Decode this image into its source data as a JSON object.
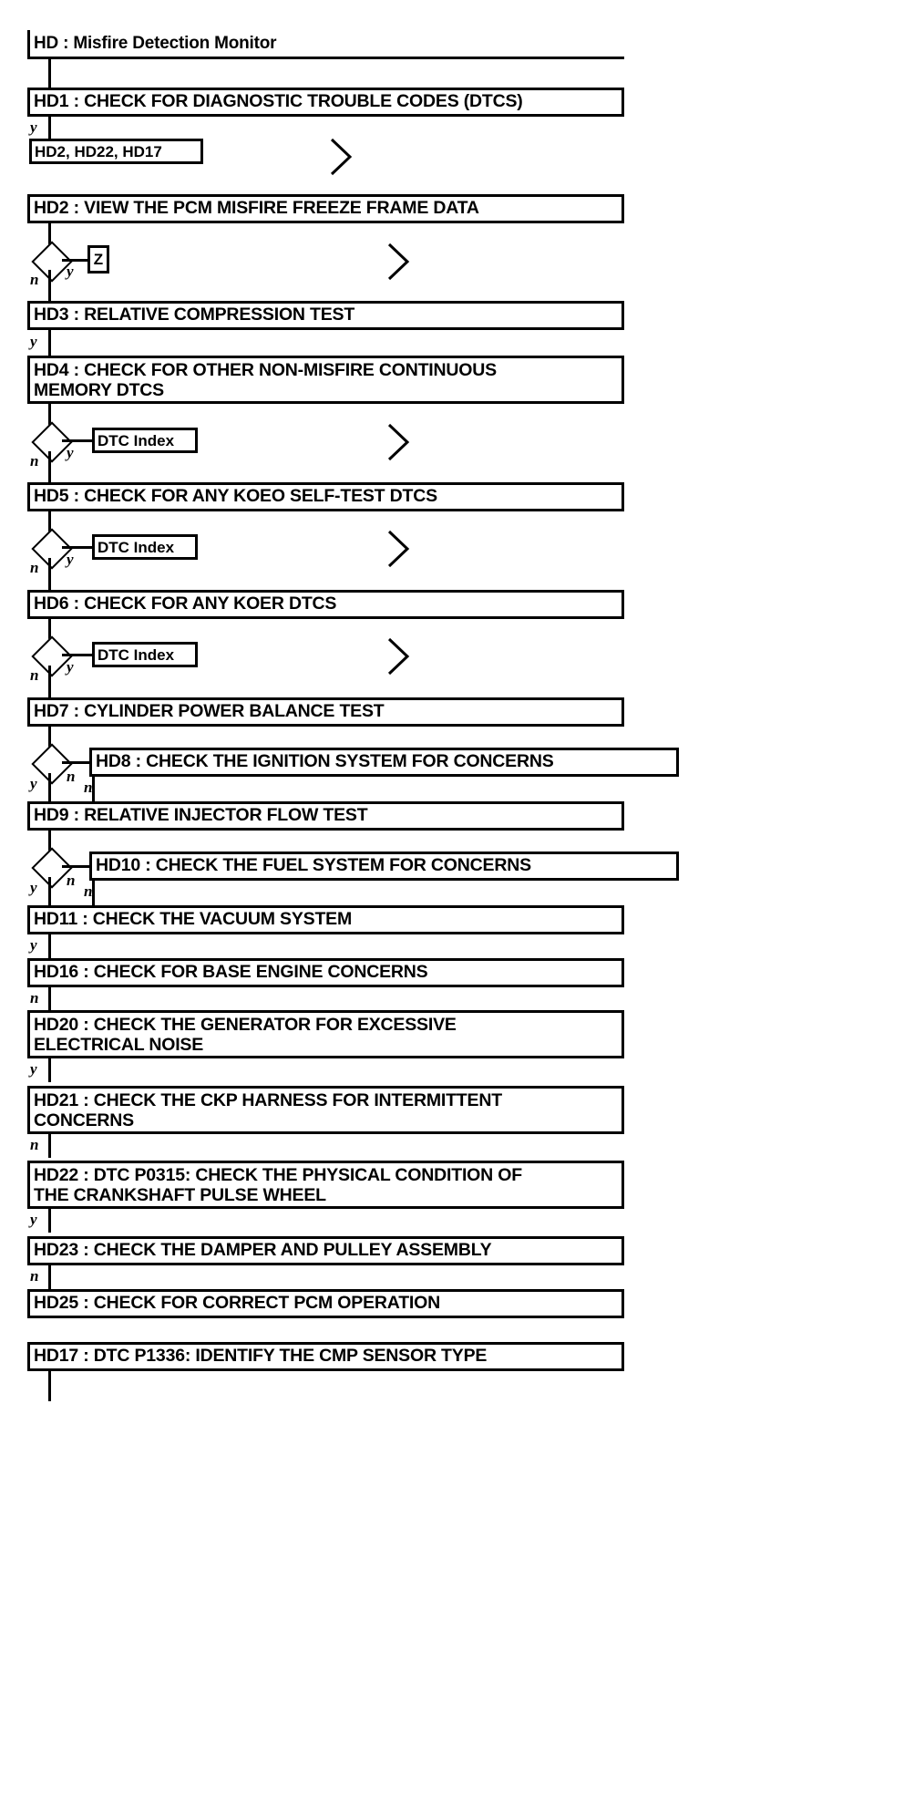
{
  "diagram": {
    "title": "HD : Misfire Detection Monitor",
    "type": "flowchart",
    "nodes": [
      {
        "id": "HD",
        "label": "HD : Misfire Detection Monitor"
      },
      {
        "id": "HD1",
        "label": "HD1 : CHECK FOR DIAGNOSTIC TROUBLE CODES (DTCS)"
      },
      {
        "id": "ref1",
        "label": "HD2, HD22, HD17"
      },
      {
        "id": "HD2",
        "label": "HD2 : VIEW THE PCM MISFIRE FREEZE FRAME DATA"
      },
      {
        "id": "refZ",
        "label": "Z"
      },
      {
        "id": "HD3",
        "label": "HD3 : RELATIVE COMPRESSION TEST"
      },
      {
        "id": "HD4",
        "label": "HD4 : CHECK FOR OTHER NON-MISFIRE CONTINUOUS MEMORY DTCS"
      },
      {
        "id": "dtc1",
        "label": "DTC Index"
      },
      {
        "id": "HD5",
        "label": "HD5 : CHECK FOR ANY KOEO SELF-TEST DTCS"
      },
      {
        "id": "dtc2",
        "label": "DTC Index"
      },
      {
        "id": "HD6",
        "label": "HD6 : CHECK FOR ANY KOER DTCS"
      },
      {
        "id": "dtc3",
        "label": "DTC Index"
      },
      {
        "id": "HD7",
        "label": "HD7 : CYLINDER POWER BALANCE TEST"
      },
      {
        "id": "HD8",
        "label": "HD8 : CHECK THE IGNITION SYSTEM FOR CONCERNS"
      },
      {
        "id": "HD9",
        "label": "HD9 : RELATIVE INJECTOR FLOW TEST"
      },
      {
        "id": "HD10",
        "label": "HD10 : CHECK THE FUEL SYSTEM FOR CONCERNS"
      },
      {
        "id": "HD11",
        "label": "HD11 : CHECK THE VACUUM SYSTEM"
      },
      {
        "id": "HD16",
        "label": "HD16 : CHECK FOR BASE ENGINE CONCERNS"
      },
      {
        "id": "HD20",
        "label": "HD20 : CHECK THE GENERATOR FOR EXCESSIVE ELECTRICAL NOISE"
      },
      {
        "id": "HD21",
        "label": "HD21 : CHECK THE CKP HARNESS FOR INTERMITTENT CONCERNS"
      },
      {
        "id": "HD22",
        "label": "HD22 : DTC P0315: CHECK THE PHYSICAL CONDITION OF THE CRANKSHAFT PULSE WHEEL"
      },
      {
        "id": "HD23",
        "label": "HD23 : CHECK THE DAMPER AND PULLEY ASSEMBLY"
      },
      {
        "id": "HD25",
        "label": "HD25 : CHECK FOR CORRECT PCM OPERATION"
      },
      {
        "id": "HD17",
        "label": "HD17 : DTC P1336: IDENTIFY THE CMP SENSOR TYPE"
      }
    ],
    "nodes_multiline": {
      "HD4": [
        "HD4 : CHECK FOR OTHER NON-MISFIRE CONTINUOUS",
        "MEMORY DTCS"
      ],
      "HD20": [
        "HD20 : CHECK THE GENERATOR FOR EXCESSIVE",
        "ELECTRICAL NOISE"
      ],
      "HD21": [
        "HD21 : CHECK THE CKP HARNESS FOR INTERMITTENT",
        "CONCERNS"
      ],
      "HD22": [
        "HD22 : DTC P0315: CHECK THE PHYSICAL CONDITION OF",
        "THE CRANKSHAFT PULSE WHEEL"
      ]
    },
    "edge_labels": {
      "hd1_y": "y",
      "hd2_n": "n",
      "hd2_y": "y",
      "hd3_y": "y",
      "hd4_n": "n",
      "hd4_y": "y",
      "hd5_n": "n",
      "hd5_y": "y",
      "hd6_n": "n",
      "hd6_y": "y",
      "hd7_y": "y",
      "hd7_n": "n",
      "hd8_n": "n",
      "hd9_y": "y",
      "hd9_n": "n",
      "hd10_n": "n",
      "hd11_y": "y",
      "hd16_n": "n",
      "hd20_y": "y",
      "hd21_n": "n",
      "hd22_y": "y",
      "hd23_n": "n"
    },
    "colors": {
      "stroke": "#000000",
      "fill": "#ffffff",
      "text": "#000000"
    }
  }
}
